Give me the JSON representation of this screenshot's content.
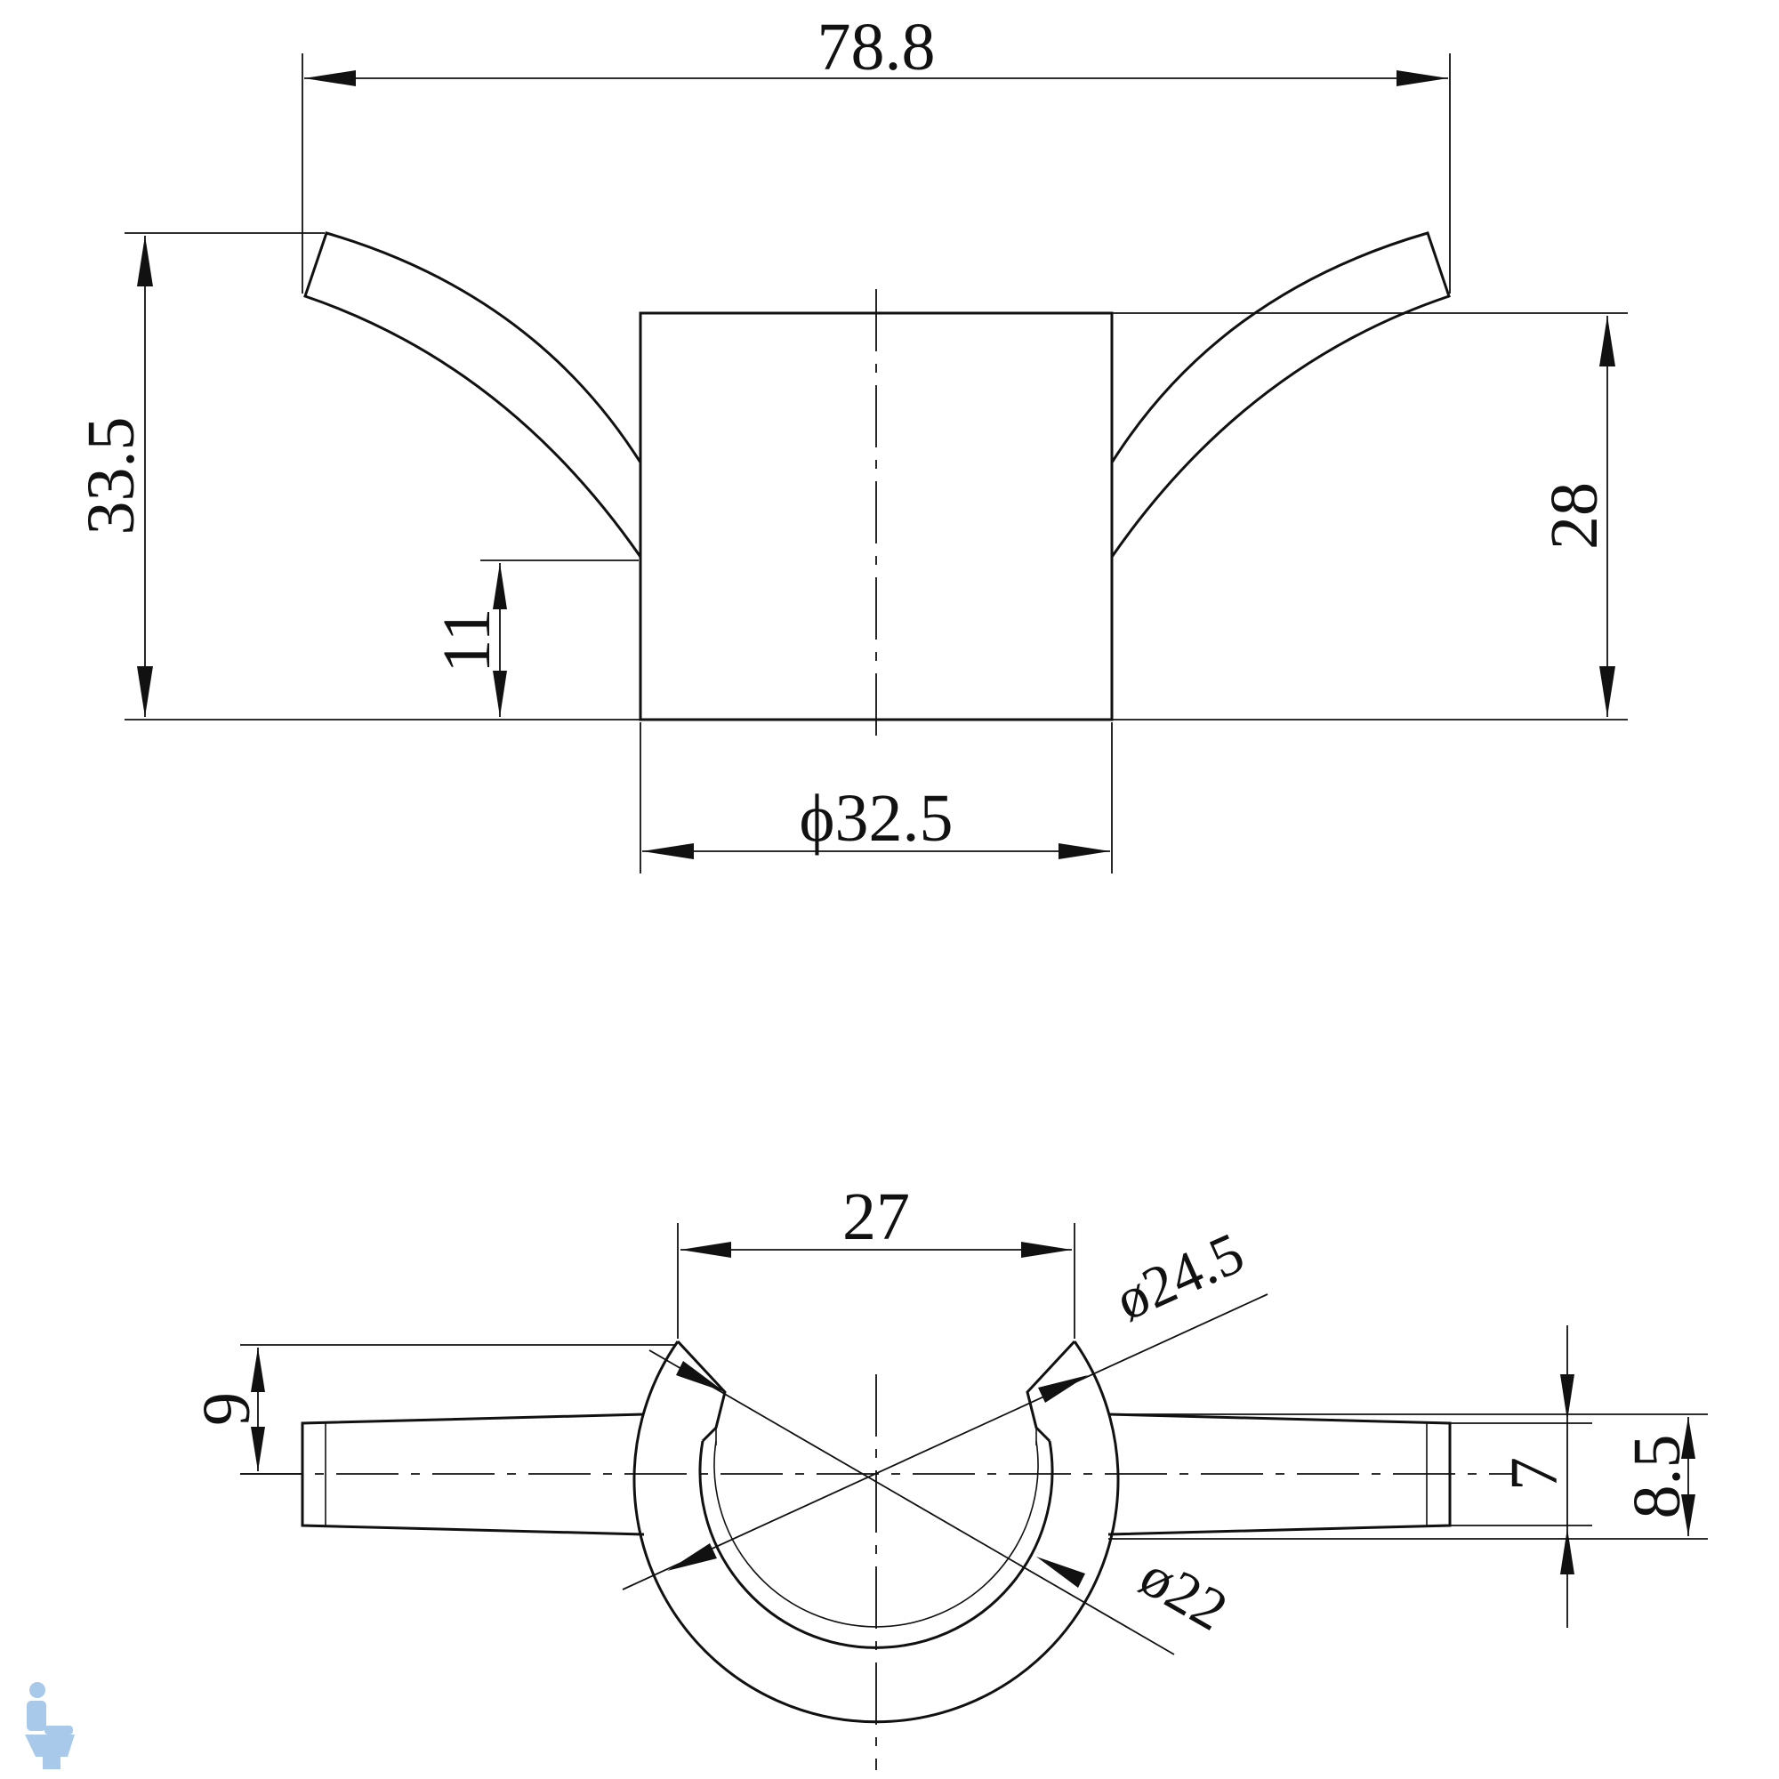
{
  "side_view": {
    "overall_width": "78.8",
    "overall_height": "33.5",
    "body_height": "28",
    "arm_base_height": "11",
    "body_diameter": "ϕ32.5"
  },
  "top_view": {
    "opening_width": "27",
    "outer_diameter": "ø24.5",
    "inner_diameter": "ø22",
    "left_offset": "9",
    "tip_width": "7",
    "root_width": "8.5"
  },
  "logo": {
    "icon": "toilet-plumber-logo-icon"
  },
  "colors": {
    "line": "#111111",
    "logo": "#a9c9ea"
  }
}
